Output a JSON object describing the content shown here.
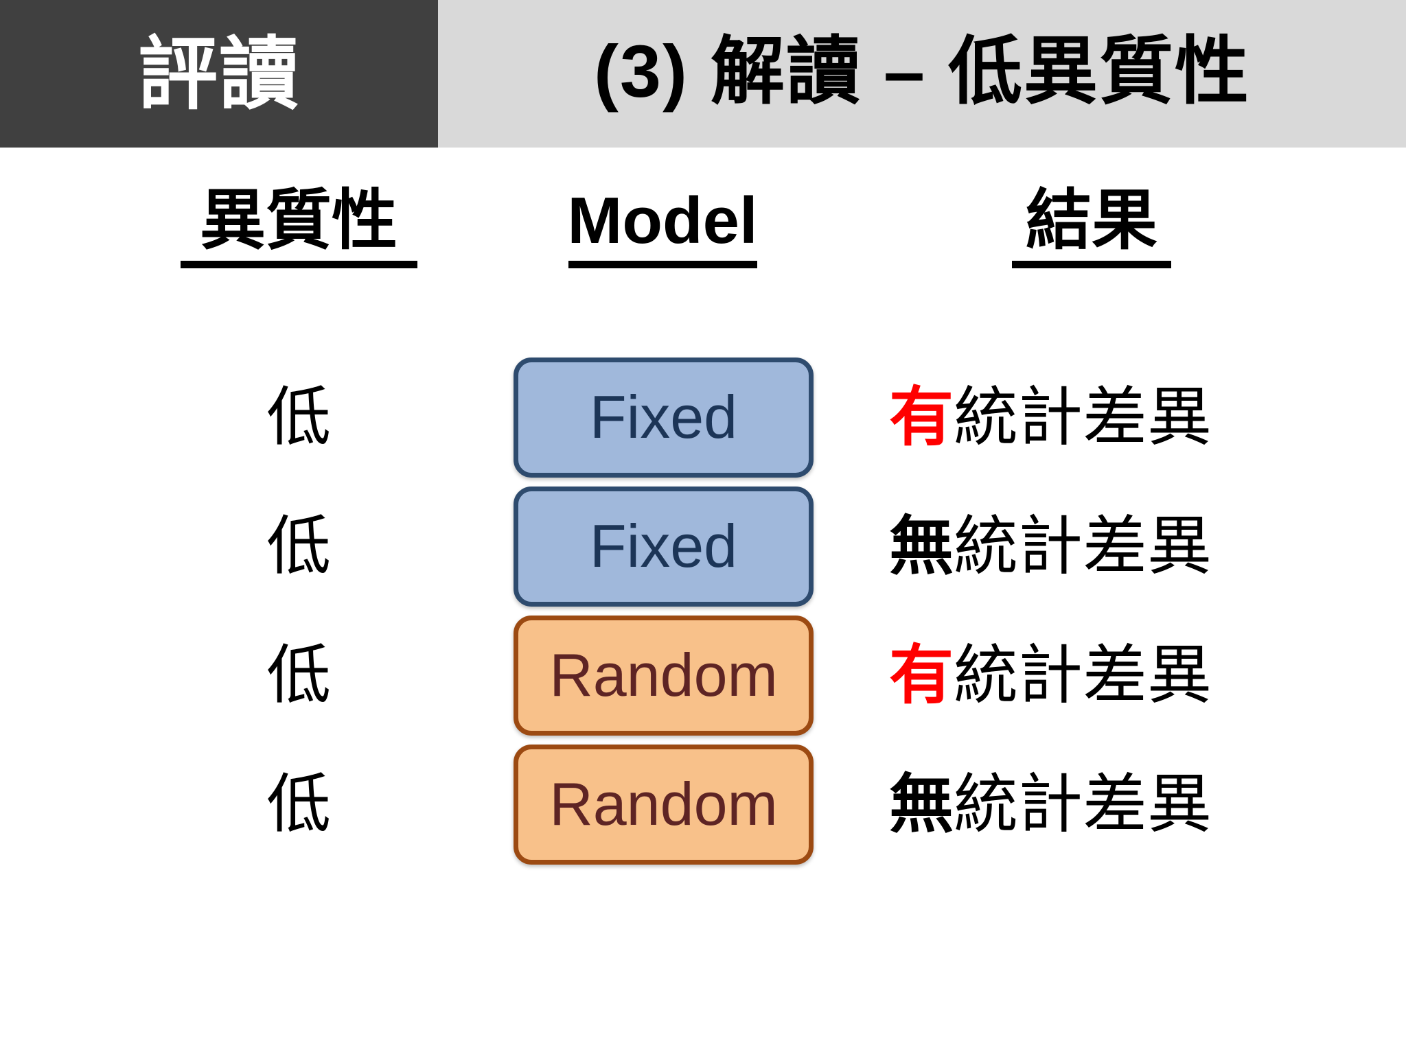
{
  "header": {
    "tag": "評讀",
    "title": "(3) 解讀 – 低異質性",
    "dark_block_color": "#404040",
    "bar_color": "#D9D9D9",
    "tag_text_color": "#FFFFFF",
    "title_text_color": "#000000"
  },
  "table": {
    "columns": [
      {
        "key": "heterogeneity",
        "label": "異質性"
      },
      {
        "key": "model",
        "label": "Model"
      },
      {
        "key": "result",
        "label": "結果"
      }
    ],
    "rows": [
      {
        "heterogeneity": "低",
        "model": "Fixed",
        "model_style": "fixed",
        "model_fill": "#A0B8DB",
        "model_border": "#2E4B6E",
        "model_text_color": "#1C3557",
        "result_emphasis": "有",
        "result_emphasis_color": "#FF0000",
        "result_rest": "統計差異",
        "result_full": "有統計差異"
      },
      {
        "heterogeneity": "低",
        "model": "Fixed",
        "model_style": "fixed",
        "model_fill": "#A0B8DB",
        "model_border": "#2E4B6E",
        "model_text_color": "#1C3557",
        "result_emphasis": "無",
        "result_emphasis_color": "#000000",
        "result_rest": "統計差異",
        "result_full": "無統計差異"
      },
      {
        "heterogeneity": "低",
        "model": "Random",
        "model_style": "random",
        "model_fill": "#F8C18A",
        "model_border": "#9C4A12",
        "model_text_color": "#5E2424",
        "result_emphasis": "有",
        "result_emphasis_color": "#FF0000",
        "result_rest": "統計差異",
        "result_full": "有統計差異"
      },
      {
        "heterogeneity": "低",
        "model": "Random",
        "model_style": "random",
        "model_fill": "#F8C18A",
        "model_border": "#9C4A12",
        "model_text_color": "#5E2424",
        "result_emphasis": "無",
        "result_emphasis_color": "#000000",
        "result_rest": "統計差異",
        "result_full": "無統計差異"
      }
    ]
  }
}
